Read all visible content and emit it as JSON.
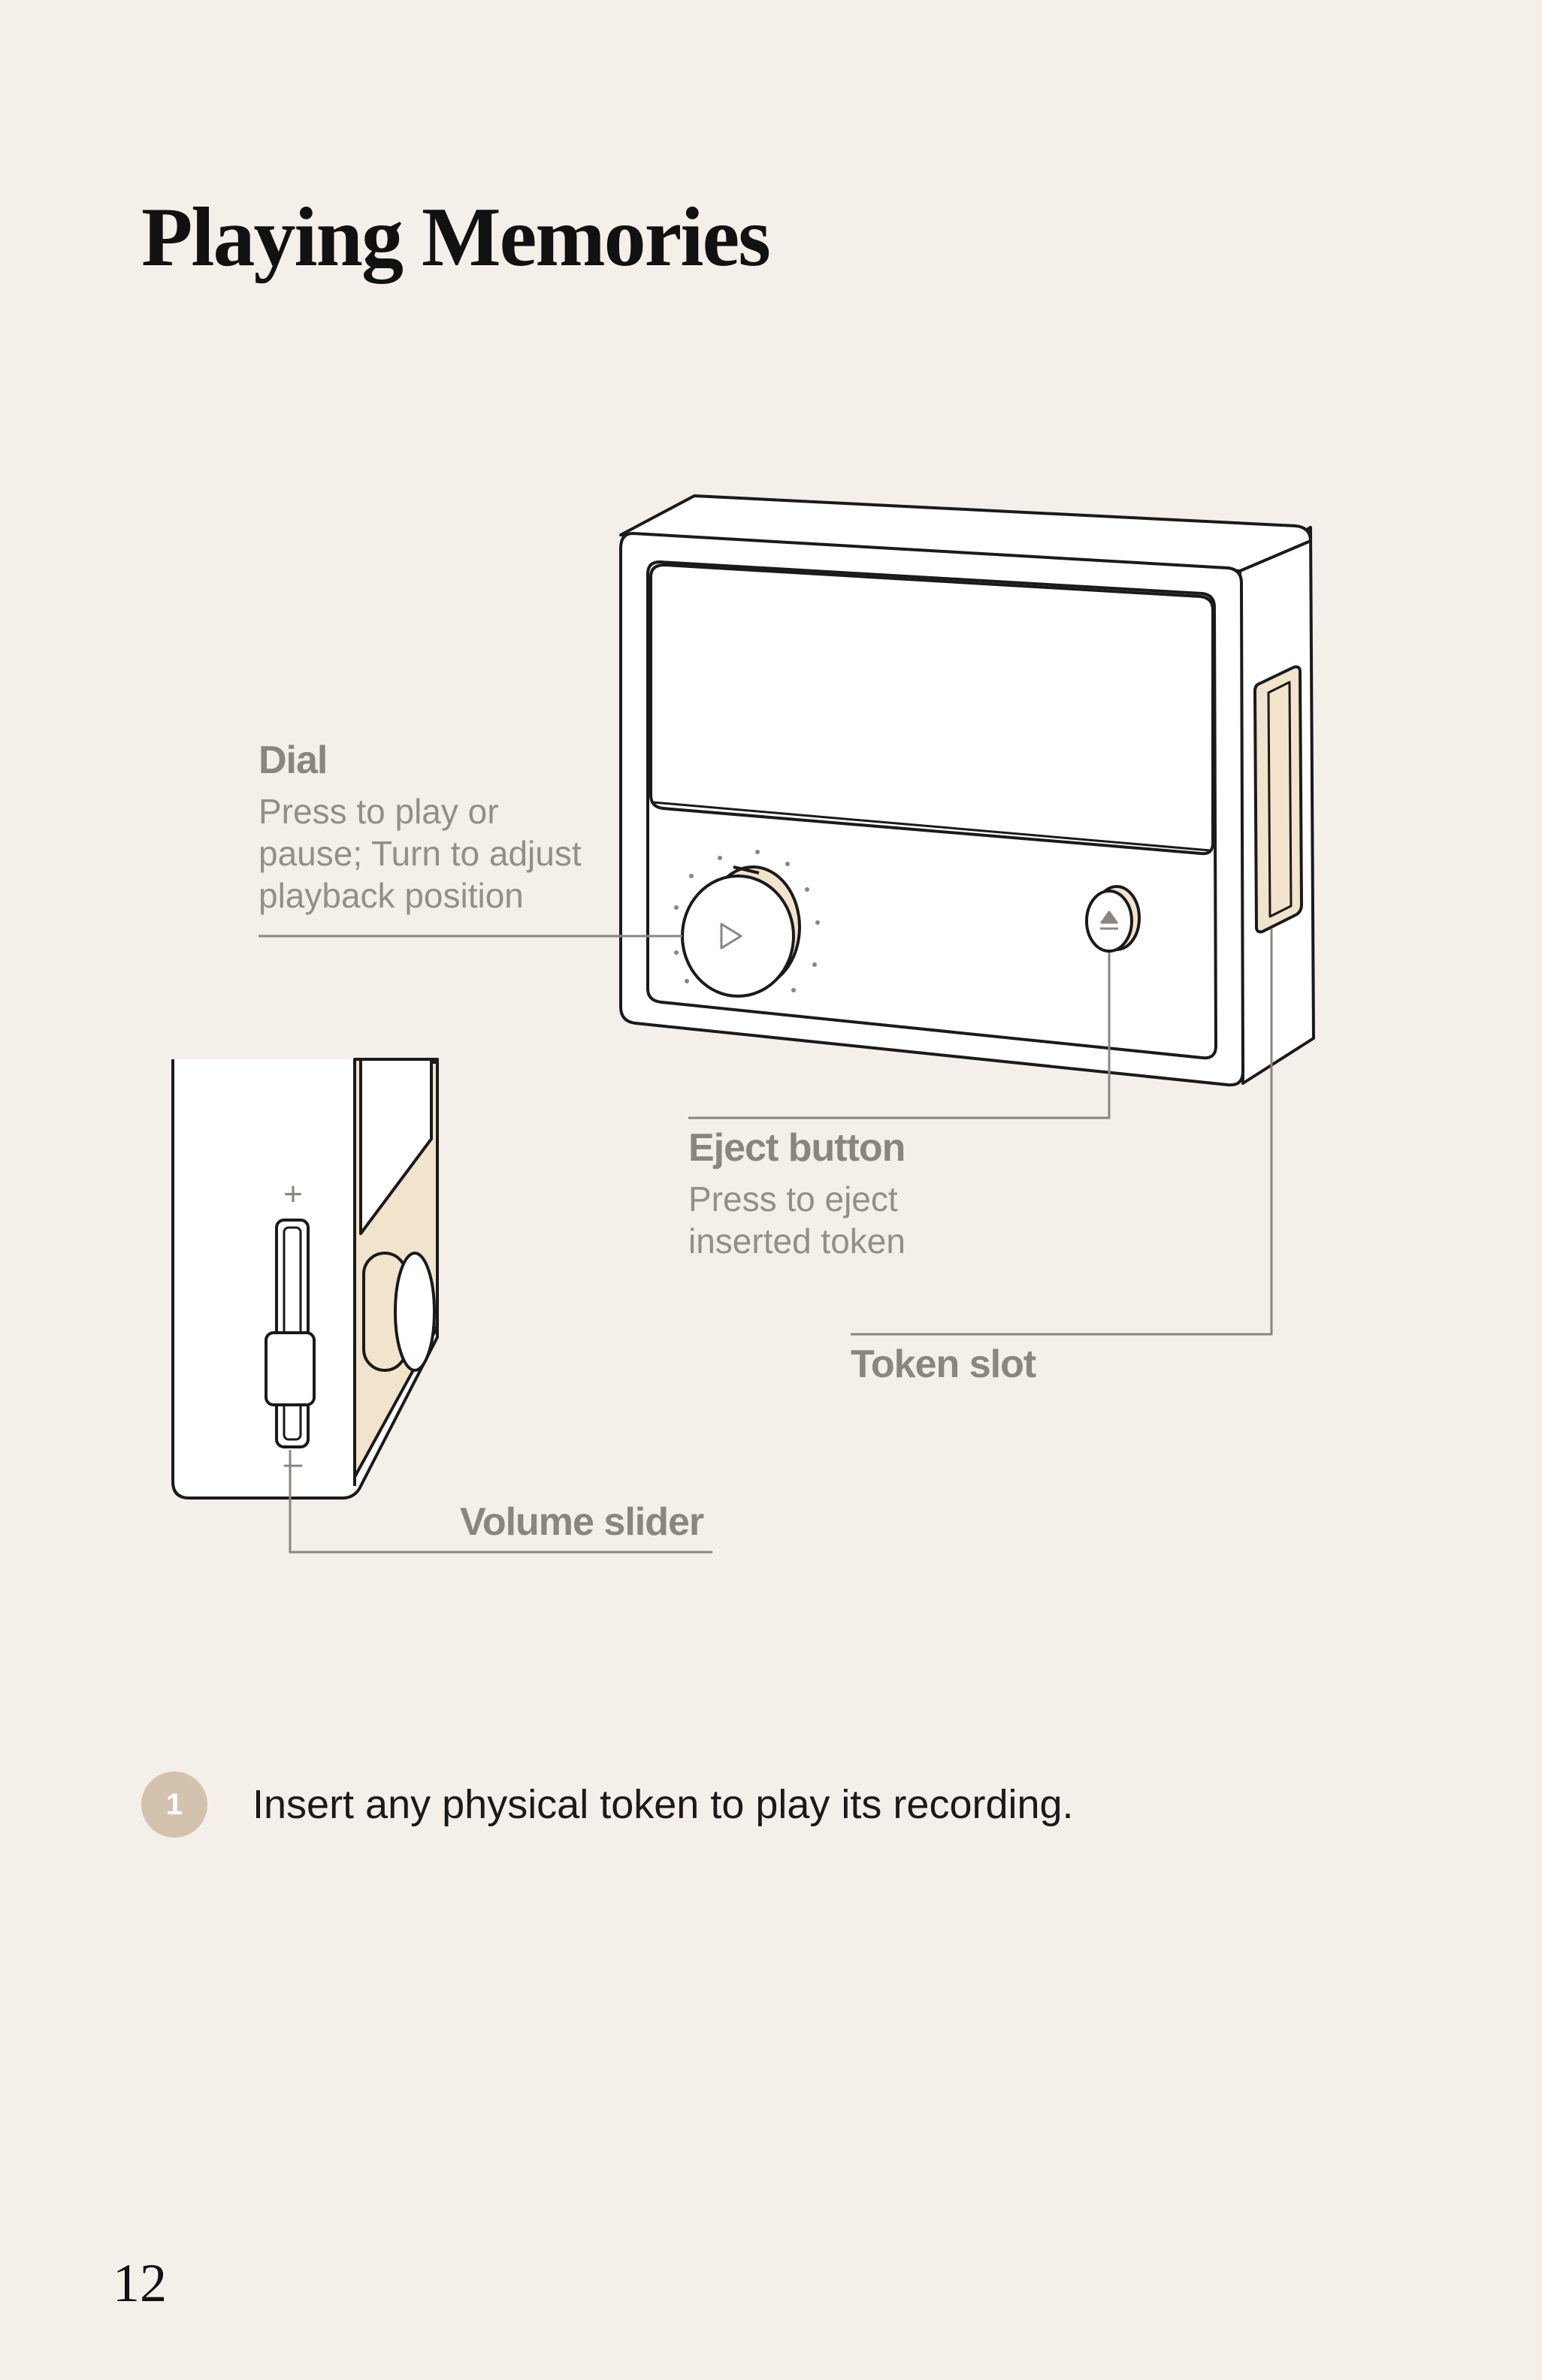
{
  "page": {
    "title": "Playing Memories",
    "page_number": "12"
  },
  "callouts": {
    "dial": {
      "title": "Dial",
      "description": "Press to play or pause; Turn to adjust playback position"
    },
    "eject": {
      "title": "Eject button",
      "description": "Press to eject inserted token"
    },
    "token_slot": {
      "title": "Token slot"
    },
    "volume": {
      "title": "Volume slider",
      "plus": "+",
      "minus": "–"
    }
  },
  "steps": [
    {
      "number": "1",
      "text": "Insert any physical token to play its recording."
    }
  ],
  "icons": {
    "dial": "play-icon",
    "eject": "eject-icon"
  },
  "colors": {
    "background": "#f4efe8",
    "accent_cream": "#f1e3cc",
    "outline": "#1a1a1a",
    "leader_line": "#8a8580",
    "step_badge": "#d3c3ae"
  }
}
